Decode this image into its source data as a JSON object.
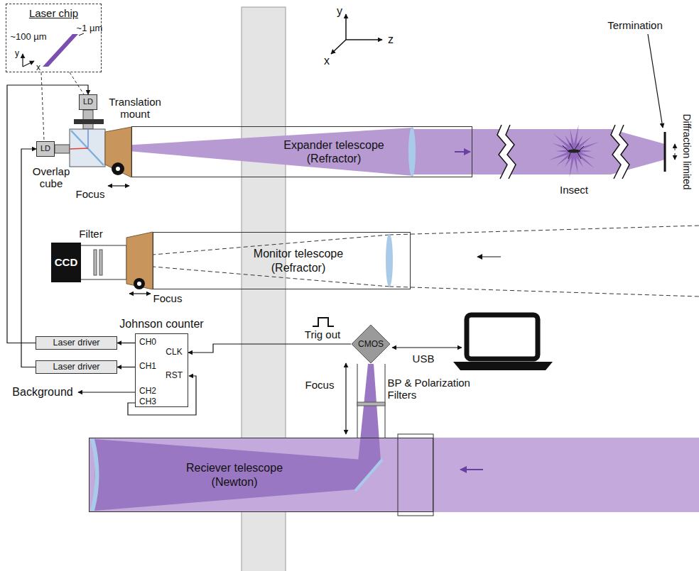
{
  "diagram": {
    "nodes": [
      {
        "text": [
          "Laser chip"
        ]
      },
      {
        "text": [
          "LD"
        ]
      },
      {
        "text": [
          "LD"
        ]
      },
      {
        "text": [
          "Expander telescope (Refractor)"
        ]
      },
      {
        "text": [
          "CCD"
        ]
      },
      {
        "text": [
          "Monitor telescope (Refractor)"
        ]
      },
      {
        "text": [
          "Johnson counter"
        ]
      },
      {
        "text": [
          "Laser driver"
        ]
      },
      {
        "text": [
          "Laser driver"
        ]
      },
      {
        "text": [
          "CMOS"
        ]
      },
      {
        "text": [
          "Reciever telescope (Newton)"
        ]
      }
    ],
    "edges": [
      {
        "from": 6,
        "to": 7,
        "arrow": "to"
      },
      {
        "from": 6,
        "to": 8,
        "arrow": "to"
      },
      {
        "from": 7,
        "to": 1,
        "arrow": "to"
      },
      {
        "from": 8,
        "to": 2,
        "arrow": "to"
      },
      {
        "from": 9,
        "to": 6,
        "label": "Trig out",
        "arrow": "to"
      }
    ],
    "labels": [
      "~100 µm",
      "~1 µm",
      "y",
      "x",
      "Translation mount",
      "Overlap cube",
      "Focus",
      "y",
      "x",
      "z",
      "Insect",
      "Termination",
      "Diffraction limited",
      "Filter",
      "Focus",
      "CH0",
      "CLK",
      "CH1",
      "RST",
      "CH2",
      "CH3",
      "Background",
      "USB",
      "Focus",
      "BP & Polarization Filters"
    ]
  }
}
